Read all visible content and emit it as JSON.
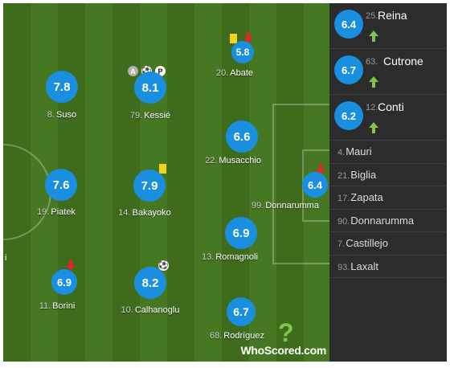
{
  "players": [
    {
      "id": "suso",
      "number": "8.",
      "name": "Suso",
      "rating": "7.8"
    },
    {
      "id": "kessie",
      "number": "79.",
      "name": "Kessié",
      "rating": "8.1"
    },
    {
      "id": "abate",
      "number": "20.",
      "name": "Abate",
      "rating": "5.8"
    },
    {
      "id": "musacchio",
      "number": "22.",
      "name": "Musacchio",
      "rating": "6.6"
    },
    {
      "id": "piatek",
      "number": "19.",
      "name": "Piatek",
      "rating": "7.6"
    },
    {
      "id": "bakayoko",
      "number": "14.",
      "name": "Bakayoko",
      "rating": "7.9"
    },
    {
      "id": "donnarumma",
      "number": "99.",
      "name": "Donnarumma",
      "rating": "6.4"
    },
    {
      "id": "romagnoli",
      "number": "13.",
      "name": "Romagnoli",
      "rating": "6.9"
    },
    {
      "id": "borini",
      "number": "11.",
      "name": "Borini",
      "rating": "6.9"
    },
    {
      "id": "calhanoglu",
      "number": "10.",
      "name": "Calhanoglu",
      "rating": "8.2"
    },
    {
      "id": "rodriguez",
      "number": "68.",
      "name": "Rodríguez",
      "rating": "6.7"
    }
  ],
  "edge_fragment": "i",
  "substitutes_in": [
    {
      "number": "25.",
      "name": "Reina",
      "rating": "6.4"
    },
    {
      "number": "63.",
      "name": "Cutrone",
      "rating": "6.7"
    },
    {
      "number": "12.",
      "name": "Conti",
      "rating": "6.2"
    }
  ],
  "bench": [
    {
      "number": "4.",
      "name": "Mauri"
    },
    {
      "number": "21.",
      "name": "Biglia"
    },
    {
      "number": "17.",
      "name": "Zapata"
    },
    {
      "number": "90.",
      "name": "Donnarumma"
    },
    {
      "number": "7.",
      "name": "Castillejo"
    },
    {
      "number": "93.",
      "name": "Laxalt"
    }
  ],
  "icons": {
    "assist": "A",
    "foul": "P",
    "ball": "⚽"
  },
  "watermark": {
    "text": "WhoScored.com",
    "glyph": "?"
  },
  "colors": {
    "rating_bubble": "#1a8fe0",
    "yellow_card": "#f2d21a",
    "sub_in": "#7ec64a",
    "sub_out": "#e0262a",
    "bench_bg": "#2c2c2c"
  }
}
